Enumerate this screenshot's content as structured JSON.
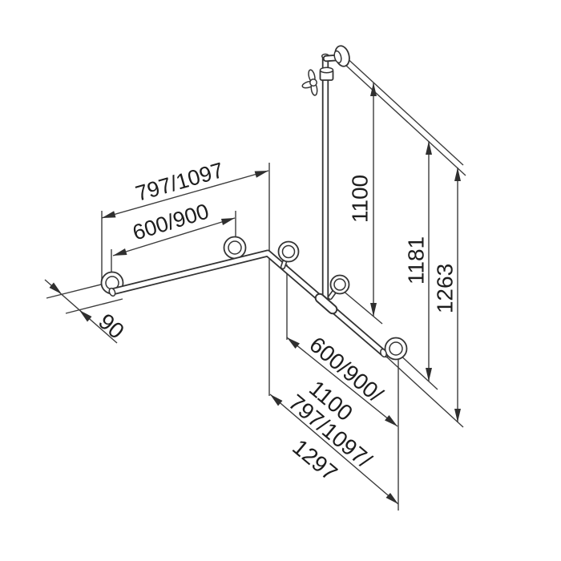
{
  "colors": {
    "text": "#1d1d1d",
    "line": "#3c3c3c",
    "structure": "#2f2f2f",
    "background": "#ffffff"
  },
  "labels": {
    "bar_a_overall": "797/1097",
    "bar_a_centers": "600/900",
    "bar_b_centers_row1": "600/900/",
    "bar_b_centers_row2": "1100",
    "bar_b_overall_row1": "797/1097/",
    "bar_b_overall_row2": "1297",
    "rod_height": "1100",
    "height_to_flange": "1181",
    "height_overall": "1263",
    "wall_offset": "90"
  }
}
